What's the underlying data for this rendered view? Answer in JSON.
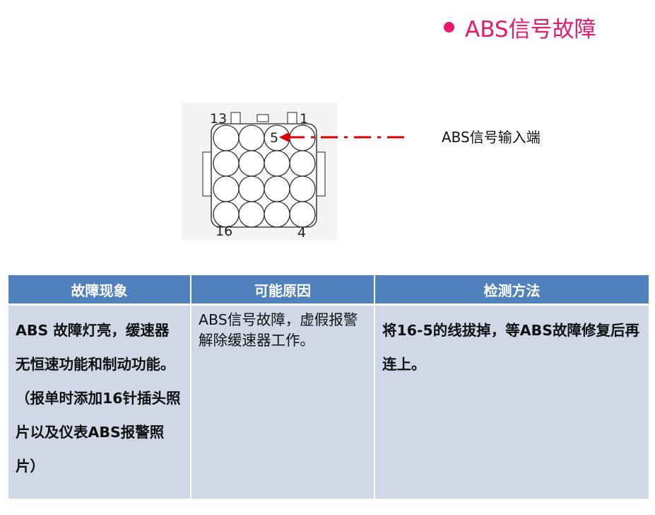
{
  "title": "ABS信号故障",
  "accent_color": "#e8196b",
  "diagram": {
    "pin_top_left": "13",
    "pin_top_right": "1",
    "pin_highlight": "5",
    "pin_bottom_left": "16",
    "pin_bottom_right": "4",
    "callout": "ABS信号输入端",
    "arrow_color": "#e00000"
  },
  "table": {
    "headers": [
      "故障现象",
      "可能原因",
      "检测方法"
    ],
    "row": {
      "symptom": "ABS 故障灯亮，缓速器无恒速功能和制动功能。（报单时添加16针插头照片以及仪表ABS报警照片）",
      "cause": "ABS信号故障，虚假报警解除缓速器工作。",
      "method": "将16-5的线拔掉，等ABS故障修复后再连上。"
    },
    "header_color": "#4f81bd",
    "cell_color": "#d0d8e8"
  }
}
